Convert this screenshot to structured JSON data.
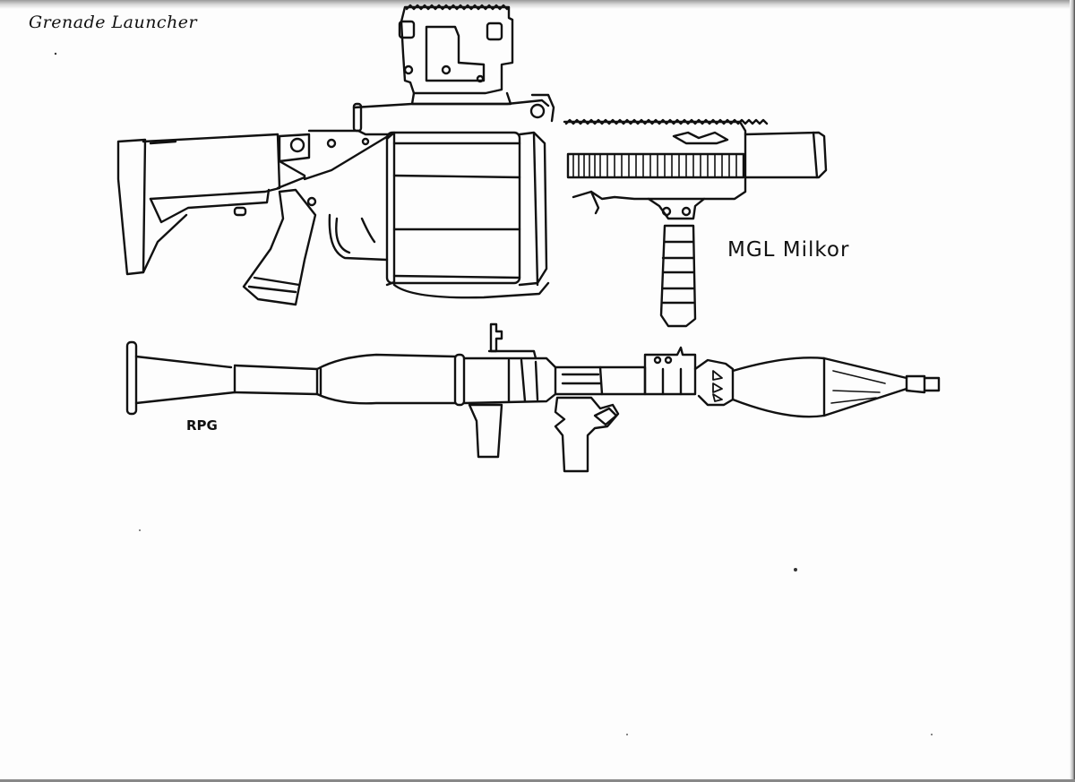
{
  "page": {
    "title": "Grenade Launcher",
    "background": "#fdfdfd",
    "ink": "#111111"
  },
  "drawings": [
    {
      "id": "mgl",
      "label": "MGL Milkor",
      "description": "Revolver-type grenade launcher with collapsible stock, pistol grip, rotating cylinder, top sight, railed barrel shroud and vertical foregrip"
    },
    {
      "id": "rpg",
      "label": "RPG",
      "description": "Rocket-propelled grenade launcher tube with flared rear, two grips, sight, and warhead at the front"
    }
  ]
}
